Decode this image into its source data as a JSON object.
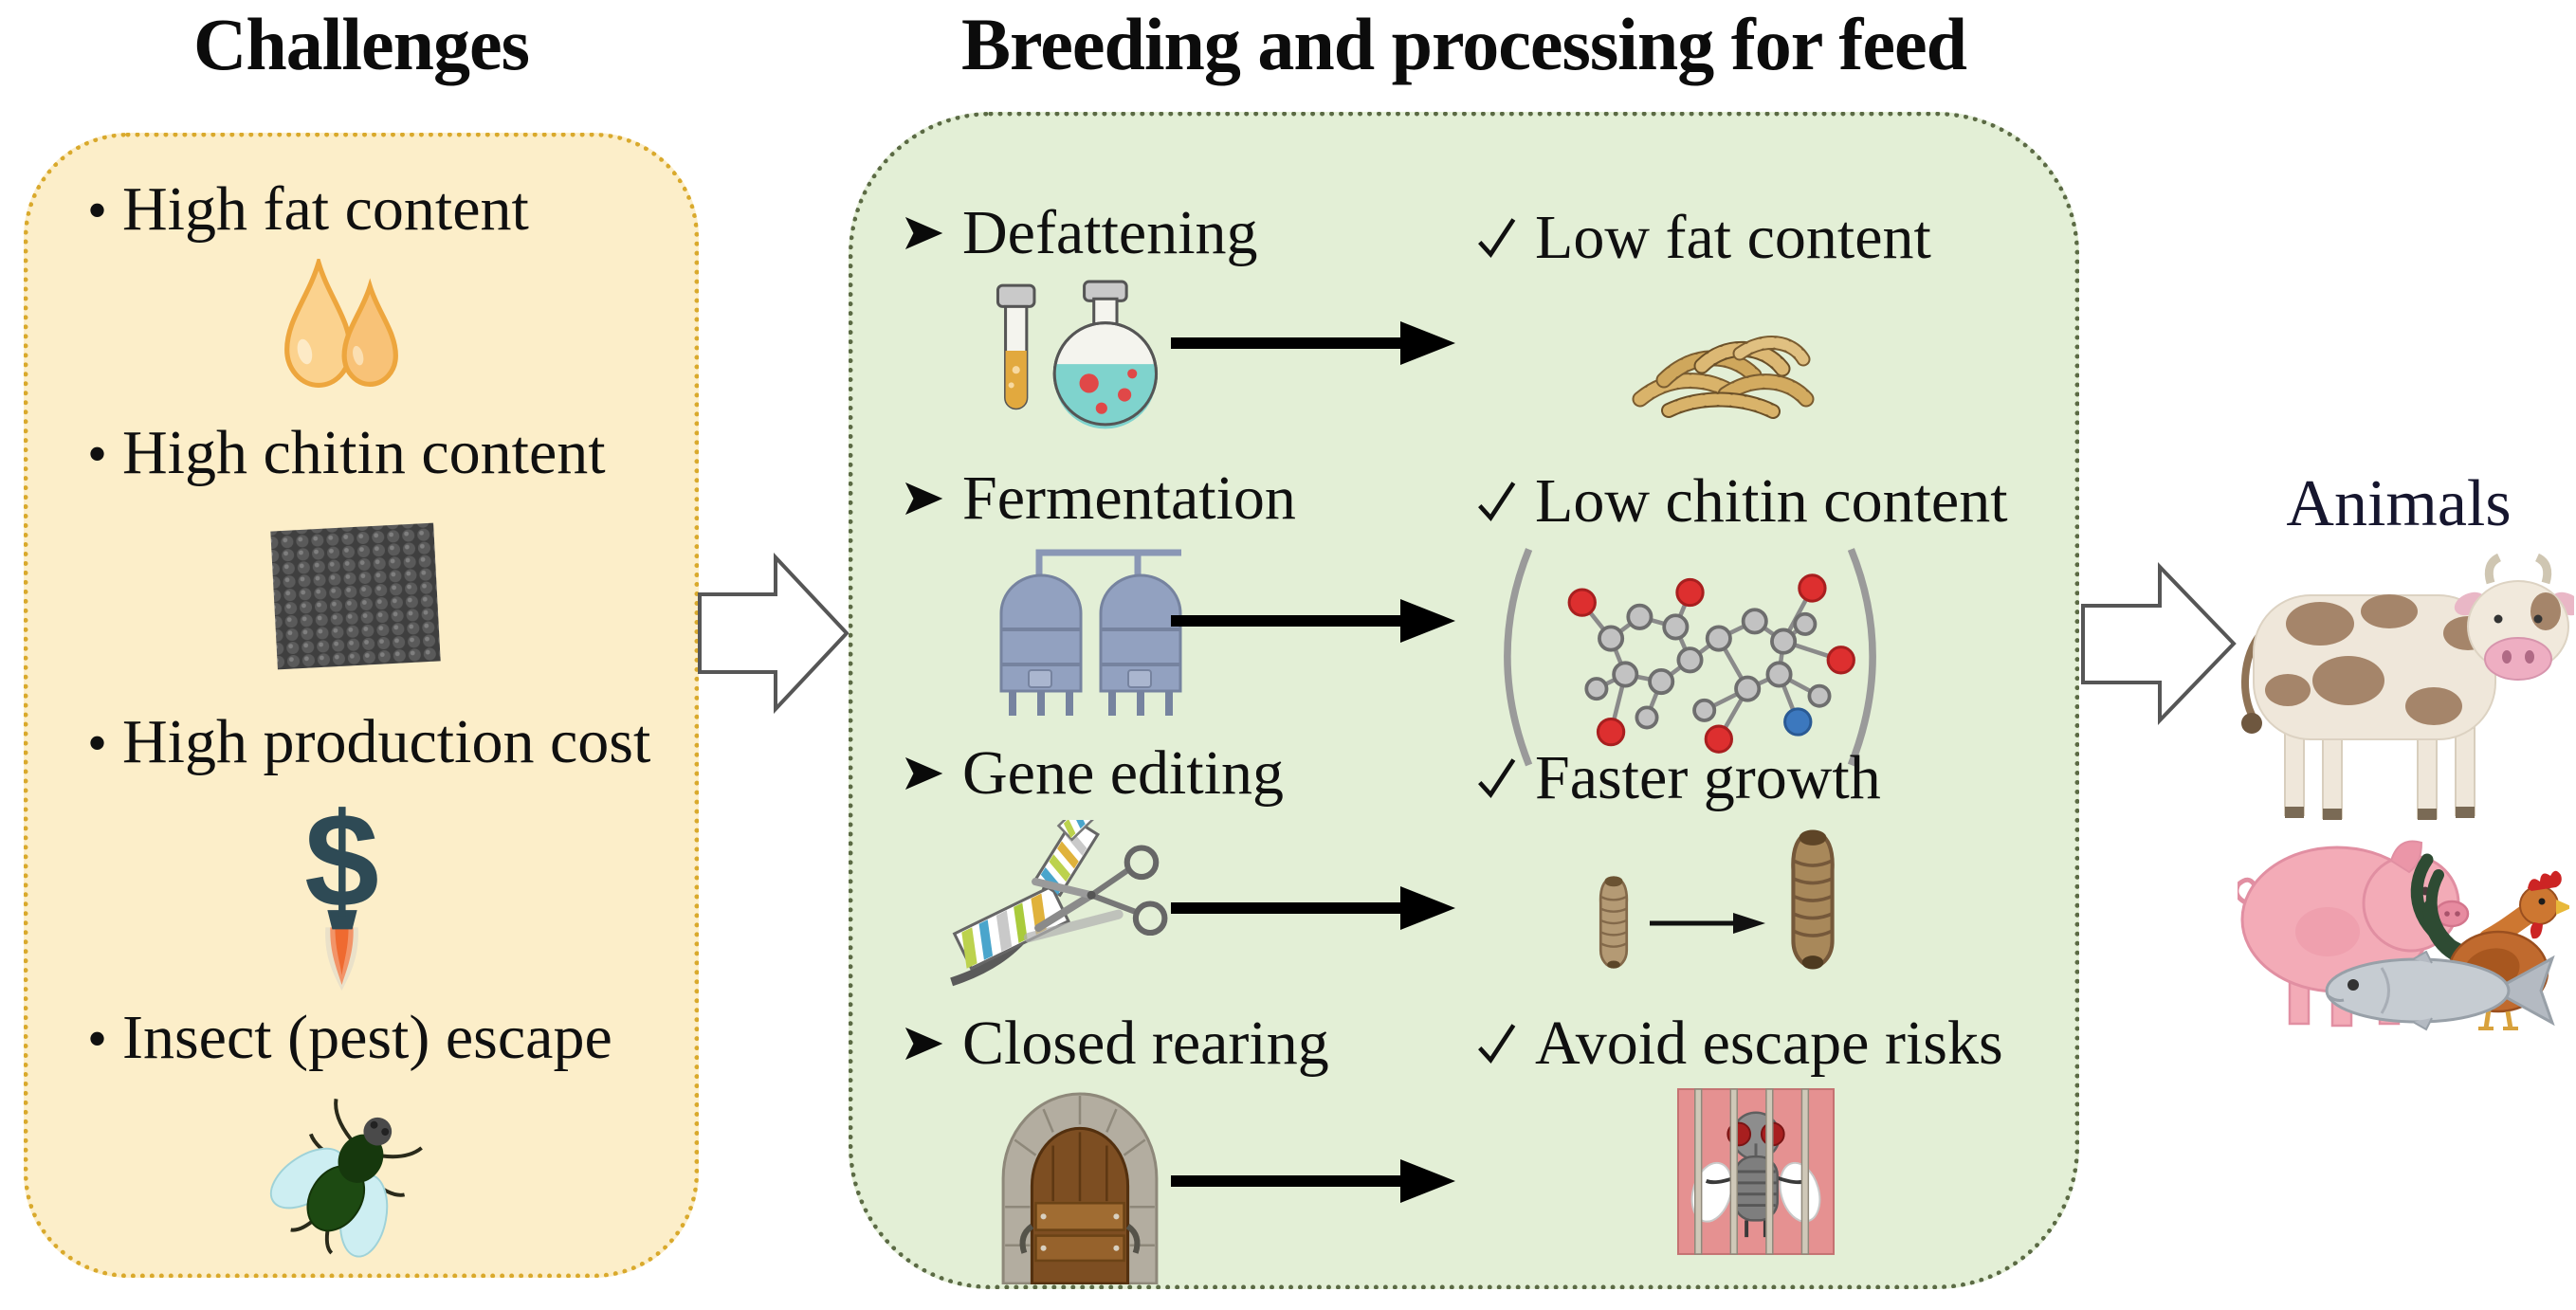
{
  "challenges": {
    "title": "Challenges",
    "panel_bg": "#fceec9",
    "border_color": "#d9a92c",
    "bullet_icon": "round-bullet",
    "bullet_glyph": "•",
    "items": [
      {
        "label": "High fat content",
        "icon": "oil-drops-icon"
      },
      {
        "label": "High chitin content",
        "icon": "chitin-texture-icon"
      },
      {
        "label": "High production cost",
        "icon": "dollar-rocket-icon"
      },
      {
        "label": "Insect (pest) escape",
        "icon": "fly-icon"
      }
    ]
  },
  "process": {
    "title": "Breeding and processing for feed",
    "panel_bg": "#e3efd6",
    "border_color": "#5b6a44",
    "bullet_icon": "arrowhead-bullet-icon",
    "check_icon": "checkmark-icon",
    "arrow_icon": "right-arrow-icon",
    "rows": [
      {
        "step": "Defattening",
        "step_icon": "test-tube-flask-icon",
        "result": "Low fat content",
        "result_icon": "dried-mealworms-image"
      },
      {
        "step": "Fermentation",
        "step_icon": "fermentation-tanks-icon",
        "result": "Low chitin content",
        "result_icon": "chitin-molecule-image"
      },
      {
        "step": "Gene editing",
        "step_icon": "dna-scissors-icon",
        "result": "Faster growth",
        "result_icon": "larva-growth-image"
      },
      {
        "step": "Closed rearing",
        "step_icon": "wooden-door-icon",
        "result": "Avoid escape risks",
        "result_icon": "fly-in-cage-image"
      }
    ]
  },
  "connectors": {
    "left_block_arrow": "hollow-right-arrow-icon",
    "right_block_arrow": "hollow-right-arrow-icon"
  },
  "animals": {
    "title": "Animals",
    "figures": [
      "cow",
      "pig",
      "rooster",
      "fish"
    ]
  },
  "colors": {
    "yellow_panel": "#fceec9",
    "yellow_border": "#d9a92c",
    "green_panel": "#e3efd6",
    "green_border": "#5b6a44",
    "text": "#101010",
    "solid_arrow": "#000000",
    "tank_fill": "#92a1c0",
    "flask_liquid": "#7fd3cd",
    "tube_liquid": "#e2a93e",
    "jail_bg": "#e59191",
    "dollar": "#2e4a55"
  }
}
